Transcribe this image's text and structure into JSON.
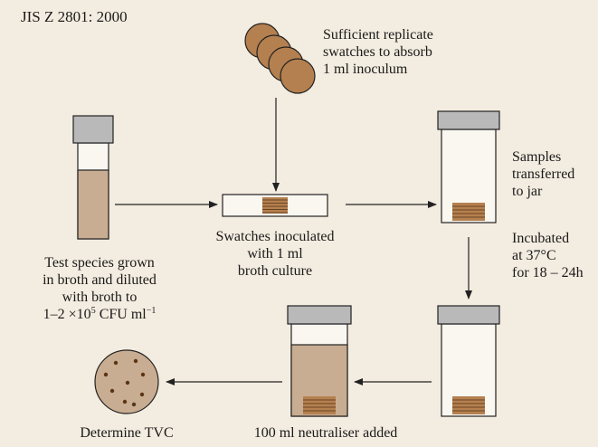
{
  "standard": "JIS Z 2801: 2000",
  "labels": {
    "swatches_replicate": [
      "Sufficient replicate",
      "swatches to absorb",
      "1 ml inoculum"
    ],
    "test_species": {
      "line1": "Test species grown",
      "line2": "in broth and diluted",
      "line3": "with broth to",
      "line4_prefix": "1–2 ×10",
      "line4_sup": "5",
      "line4_mid": " CFU ml",
      "line4_sup2": "−1"
    },
    "swatches_inoculated": [
      "Swatches inoculated",
      "with 1 ml",
      "broth culture"
    ],
    "samples_transferred": [
      "Samples",
      "transferred",
      "to jar"
    ],
    "incubated": [
      "Incubated",
      "at 37°C",
      "for 18 – 24h"
    ],
    "neutraliser": "100 ml neutraliser added",
    "determine_tvc": "Determine TVC"
  },
  "colors": {
    "background": "#f3ece0",
    "broth": "#c8ad92",
    "swatch": "#b5804f",
    "swatch_stripe": "#6a4423",
    "cap": "#b9b9b9",
    "colony": "#5a3414",
    "line": "#222222"
  }
}
